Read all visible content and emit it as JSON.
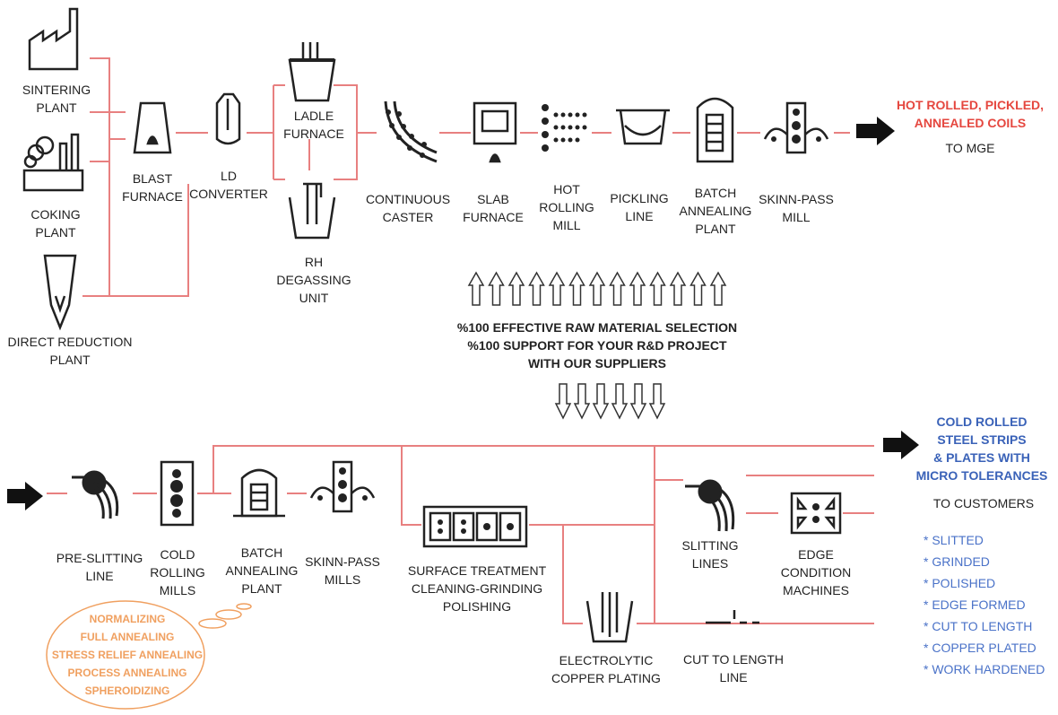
{
  "top": {
    "sintering": [
      "SINTERING",
      "PLANT"
    ],
    "coking": [
      "COKING",
      "PLANT"
    ],
    "direct_reduction": [
      "DIRECT REDUCTION",
      "PLANT"
    ],
    "blast_furnace": [
      "BLAST",
      "FURNACE"
    ],
    "ld_converter": [
      "LD",
      "CONVERTER"
    ],
    "ladle_furnace": [
      "LADLE",
      "FURNACE"
    ],
    "rh_degassing": [
      "RH",
      "DEGASSING",
      "UNIT"
    ],
    "continuous_caster": [
      "CONTINUOUS",
      "CASTER"
    ],
    "slab_furnace": [
      "SLAB",
      "FURNACE"
    ],
    "hot_rolling_mill": [
      "HOT",
      "ROLLING",
      "MILL"
    ],
    "pickling_line": [
      "PICKLING",
      "LINE"
    ],
    "batch_annealing": [
      "BATCH",
      "ANNEALING",
      "PLANT"
    ],
    "skinn_pass": [
      "SKINN-PASS",
      "MILL"
    ],
    "output": [
      "HOT ROLLED, PICKLED,",
      "ANNEALED COILS"
    ],
    "output_to": "TO MGE"
  },
  "middle": {
    "lines": [
      "%100 EFFECTIVE RAW MATERIAL SELECTION",
      "%100 SUPPORT FOR YOUR R&D PROJECT",
      "WITH OUR SUPPLIERS"
    ]
  },
  "bottom": {
    "pre_slitting": [
      "PRE-SLITTING",
      "LINE"
    ],
    "cold_rolling": [
      "COLD",
      "ROLLING",
      "MILLS"
    ],
    "batch_annealing": [
      "BATCH",
      "ANNEALING",
      "PLANT"
    ],
    "skinn_pass": [
      "SKINN-PASS",
      "MILLS"
    ],
    "surface": [
      "SURFACE TREATMENT",
      "CLEANING-GRINDING",
      "POLISHING"
    ],
    "electrolytic": [
      "ELECTROLYTIC",
      "COPPER PLATING"
    ],
    "slitting": [
      "SLITTING",
      "LINES"
    ],
    "edge": [
      "EDGE",
      "CONDITION",
      "MACHINES"
    ],
    "cut": [
      "CUT TO LENGTH",
      "LINE"
    ],
    "annealing_types": [
      "NORMALIZING",
      "FULL ANNEALING",
      "STRESS RELIEF ANNEALING",
      "PROCESS ANNEALING",
      "SPHEROIDIZING"
    ],
    "output": [
      "COLD ROLLED",
      "STEEL STRIPS",
      "& PLATES  WITH",
      "MICRO TOLERANCES"
    ],
    "output_to": "TO CUSTOMERS",
    "finishes": [
      "* SLITTED",
      "* GRINDED",
      "* POLISHED",
      "* EDGE FORMED",
      "* CUT TO LENGTH",
      "* COPPER PLATED",
      "* WORK HARDENED"
    ]
  },
  "colors": {
    "line": "#e88080",
    "output_red": "#e5473f",
    "output_blue": "#3a62b8",
    "annealing_orange": "#f0a060"
  }
}
